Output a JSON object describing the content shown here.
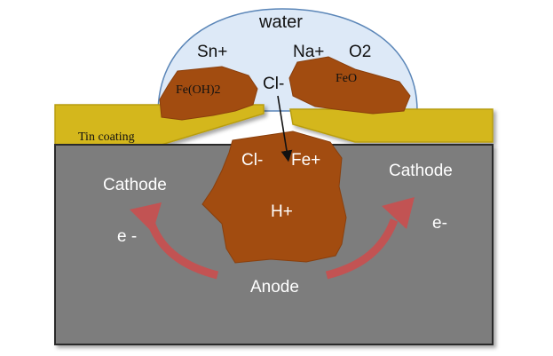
{
  "labels": {
    "water": "water",
    "sn": "Sn+",
    "na": "Na+",
    "o2": "O2",
    "cl_top": "Cl-",
    "feoh2": "Fe(OH)2",
    "feo": "FeO",
    "tin_coating": "Tin coating",
    "cl_pit": "Cl-",
    "fe_plus": "Fe+",
    "h_plus": "H+",
    "cathode_left": "Cathode",
    "cathode_right": "Cathode",
    "e_left": "e -",
    "e_right": "e-",
    "anode": "Anode"
  },
  "colors": {
    "water_fill": "#dde9f7",
    "water_stroke": "#5b86b8",
    "tin": "#d4b71c",
    "tin_stroke": "#b89d10",
    "steel": "#7d7d7d",
    "steel_stroke": "#2a2a2a",
    "rust": "#a24c10",
    "arrow": "#c25353",
    "text_dark": "#111111",
    "text_light": "#ffffff"
  }
}
